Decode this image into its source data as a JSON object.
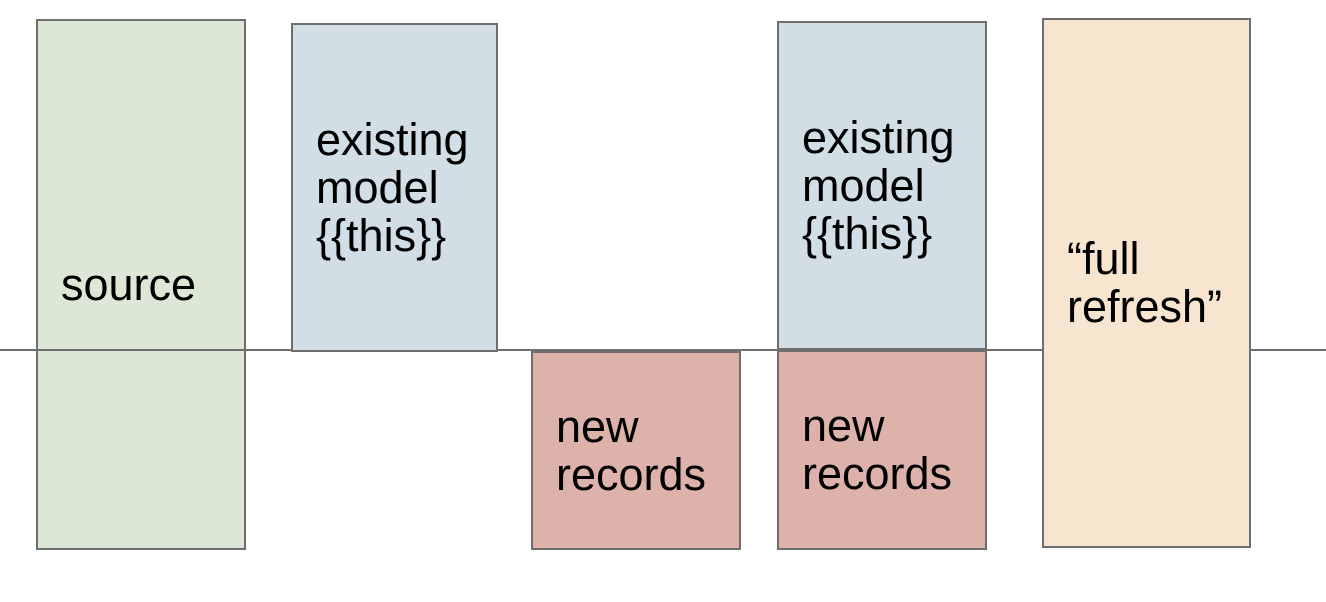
{
  "diagram": {
    "background_color": "#ffffff",
    "border_color": "#6e6e6e",
    "text_color": "#000000",
    "timeline": {
      "color": "#6e6e6e"
    },
    "boxes": {
      "source": {
        "label": "source",
        "fill": "#dce8d5"
      },
      "existing_model_1": {
        "label": "existing model {{this}}",
        "fill": "#d1dee5"
      },
      "new_records_1": {
        "label": "new records",
        "fill": "#ddb2aa"
      },
      "existing_model_2": {
        "label": "existing model {{this}}",
        "fill": "#d1dee5"
      },
      "new_records_2": {
        "label": "new records",
        "fill": "#ddb2aa"
      },
      "full_refresh": {
        "label": "“full refresh”",
        "fill": "#f8e5d0"
      }
    }
  }
}
